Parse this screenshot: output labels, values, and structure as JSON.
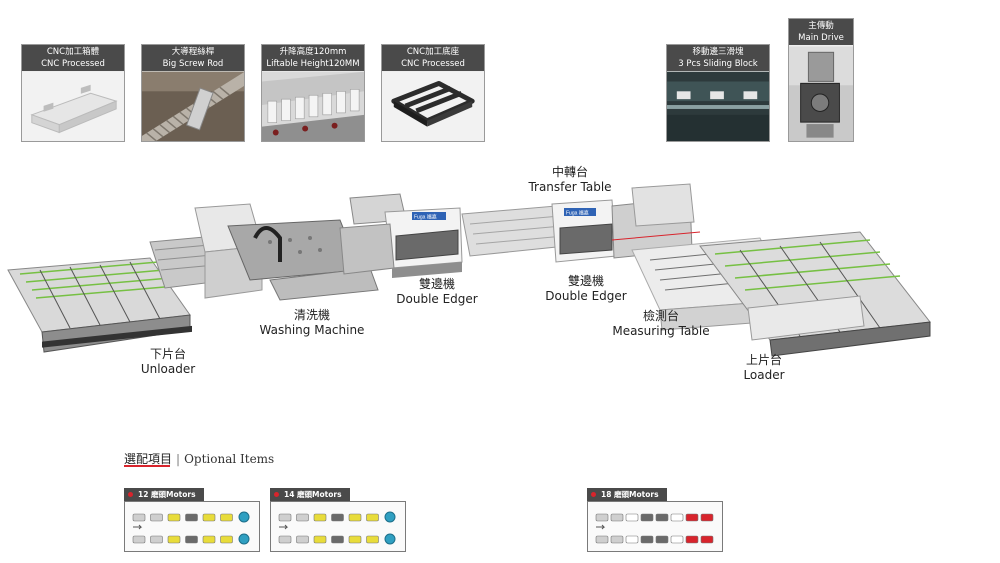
{
  "features": [
    {
      "zh": "CNC加工箱體",
      "en": "CNC Processed"
    },
    {
      "zh": "大導程絲桿",
      "en": "Big Screw Rod"
    },
    {
      "zh": "升降高度120mm",
      "en": "Liftable Height120MM"
    },
    {
      "zh": "CNC加工底座",
      "en": "CNC Processed"
    },
    {
      "zh": "移動邊三滑塊",
      "en": "3 Pcs Sliding Block"
    },
    {
      "zh": "主傳動",
      "en": "Main Drive"
    }
  ],
  "stations": {
    "transfer": {
      "zh": "中轉台",
      "en": "Transfer Table"
    },
    "edger1": {
      "zh": "雙邊機",
      "en": "Double Edger"
    },
    "edger2": {
      "zh": "雙邊機",
      "en": "Double Edger"
    },
    "washing": {
      "zh": "清洗機",
      "en": "Washing Machine"
    },
    "measuring": {
      "zh": "檢測台",
      "en": "Measuring Table"
    },
    "unloader": {
      "zh": "下片台",
      "en": "Unloader"
    },
    "loader": {
      "zh": "上片台",
      "en": "Loader"
    }
  },
  "brand_badge": "Fuga 福嘉",
  "optional": {
    "title_zh": "選配項目",
    "title_en": "Optional Items",
    "motors": [
      {
        "label": "12 磨頭Motors"
      },
      {
        "label": "14 磨頭Motors"
      },
      {
        "label": "18 磨頭Motors"
      }
    ]
  },
  "colors": {
    "accent_red": "#d8242c",
    "caption_bg": "#4a4a4a",
    "wheel_yellow": "#e8dc3a",
    "wheel_teal": "#2f9fc1"
  }
}
